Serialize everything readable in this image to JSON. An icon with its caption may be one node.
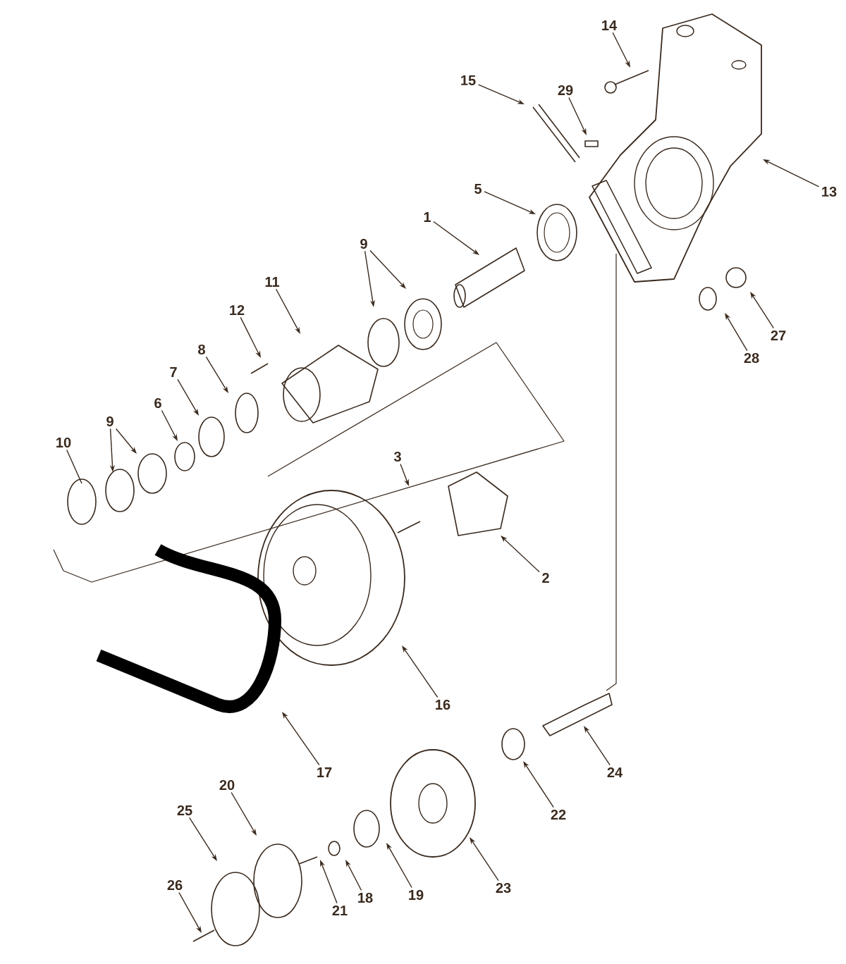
{
  "diagram": {
    "nodes": [
      {
        "text": [
          "14"
        ]
      },
      {
        "text": [
          "15"
        ]
      },
      {
        "text": [
          "29"
        ]
      },
      {
        "text": [
          "13"
        ]
      },
      {
        "text": [
          "5"
        ]
      },
      {
        "text": [
          "1"
        ]
      },
      {
        "text": [
          "9"
        ]
      },
      {
        "text": [
          "11"
        ]
      },
      {
        "text": [
          "12"
        ]
      },
      {
        "text": [
          "27"
        ]
      },
      {
        "text": [
          "28"
        ]
      },
      {
        "text": [
          "8"
        ]
      },
      {
        "text": [
          "7"
        ]
      },
      {
        "text": [
          "6"
        ]
      },
      {
        "text": [
          "9"
        ]
      },
      {
        "text": [
          "10"
        ]
      },
      {
        "text": [
          "3"
        ]
      },
      {
        "text": [
          "2"
        ]
      },
      {
        "text": [
          "16"
        ]
      },
      {
        "text": [
          "17"
        ]
      },
      {
        "text": [
          "24"
        ]
      },
      {
        "text": [
          "22"
        ]
      },
      {
        "text": [
          "20"
        ]
      },
      {
        "text": [
          "25"
        ]
      },
      {
        "text": [
          "21"
        ]
      },
      {
        "text": [
          "18"
        ]
      },
      {
        "text": [
          "19"
        ]
      },
      {
        "text": [
          "23"
        ]
      },
      {
        "text": [
          "26"
        ]
      }
    ],
    "edges": [
      {
        "from": 0,
        "to": null,
        "arrow": "to"
      },
      {
        "from": 1,
        "to": null,
        "arrow": "to"
      },
      {
        "from": 2,
        "to": null,
        "arrow": "to"
      },
      {
        "from": 3,
        "to": null,
        "arrow": "to"
      },
      {
        "from": 4,
        "to": null,
        "arrow": "to"
      },
      {
        "from": 5,
        "to": null,
        "arrow": "to"
      },
      {
        "from": 6,
        "to": null,
        "arrow": "to"
      },
      {
        "from": 6,
        "to": null,
        "arrow": "to"
      },
      {
        "from": 7,
        "to": null,
        "arrow": "to"
      },
      {
        "from": 8,
        "to": null,
        "arrow": "to"
      },
      {
        "from": 9,
        "to": null,
        "arrow": "to"
      },
      {
        "from": 10,
        "to": null,
        "arrow": "to"
      },
      {
        "from": 11,
        "to": null,
        "arrow": "to"
      },
      {
        "from": 12,
        "to": null,
        "arrow": "to"
      },
      {
        "from": 13,
        "to": null,
        "arrow": "to"
      },
      {
        "from": 14,
        "to": null,
        "arrow": "to"
      },
      {
        "from": 14,
        "to": null,
        "arrow": "to"
      },
      {
        "from": 15,
        "to": null,
        "arrow": "none"
      },
      {
        "from": 16,
        "to": null,
        "arrow": "to"
      },
      {
        "from": 17,
        "to": null,
        "arrow": "to"
      },
      {
        "from": 18,
        "to": null,
        "arrow": "to"
      },
      {
        "from": 19,
        "to": null,
        "arrow": "to"
      },
      {
        "from": 20,
        "to": null,
        "arrow": "to"
      },
      {
        "from": 21,
        "to": null,
        "arrow": "to"
      },
      {
        "from": 22,
        "to": null,
        "arrow": "to"
      },
      {
        "from": 23,
        "to": null,
        "arrow": "to"
      },
      {
        "from": 24,
        "to": null,
        "arrow": "to"
      },
      {
        "from": 25,
        "to": null,
        "arrow": "to"
      },
      {
        "from": 26,
        "to": null,
        "arrow": "to"
      },
      {
        "from": 27,
        "to": null,
        "arrow": "to"
      },
      {
        "from": 28,
        "to": null,
        "arrow": "to"
      }
    ]
  }
}
